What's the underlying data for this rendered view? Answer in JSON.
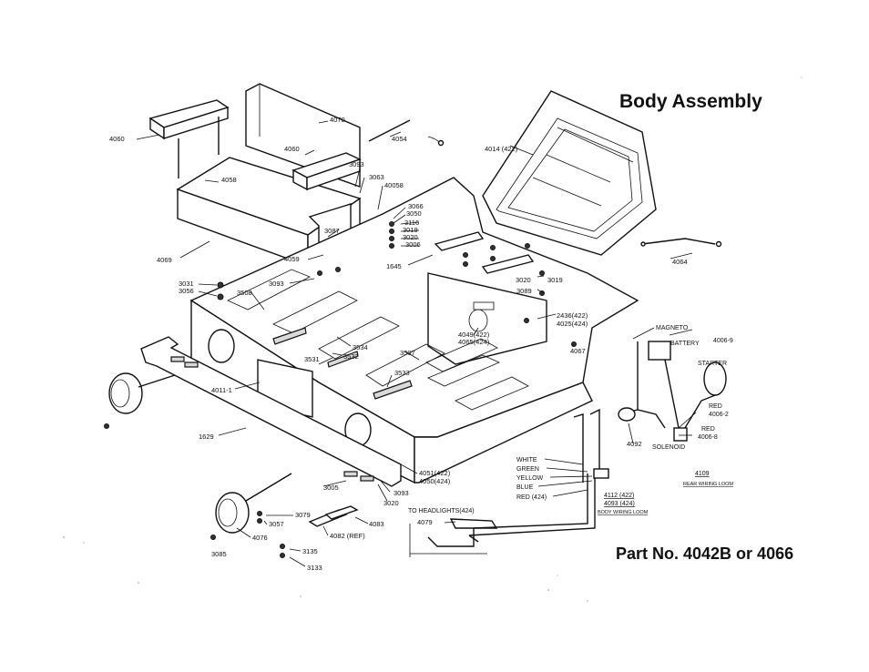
{
  "title": "Body Assembly",
  "part_number": "Part No. 4042B or 4066",
  "part_labels": {
    "p4060a": "4060",
    "p4070": "4070",
    "p4060b": "4060",
    "p4058": "4058",
    "p4069": "4069",
    "p3093a": "3093",
    "p3063": "3063",
    "p40058": "40058",
    "p3066": "3066",
    "p3050": "3050",
    "p3116": "3116",
    "p3019a": "3019",
    "p3020a": "3020",
    "p3006": "3006",
    "p3087": "3087",
    "p4059": "4059",
    "p3093b": "3093",
    "p4054": "4054",
    "p4014": "4014 (422)",
    "p1645": "1645",
    "p3020b": "3020",
    "p3019b": "3019",
    "p3089": "3089",
    "p4064": "4064",
    "p3031": "3031",
    "p3056": "3056",
    "p3508": "3508",
    "p3534": "3534",
    "p3532": "3532",
    "p3531": "3531",
    "p3507": "3507",
    "p3533": "3533",
    "p2436": "2436(422)",
    "p4025": "4025(424)",
    "p4049": "4049(422)",
    "p4065": "4065(424)",
    "p4067": "4067",
    "p4011": "4011-1",
    "p1629": "1629",
    "p4051": "4051(422)",
    "p4050": "4050(424)",
    "p3093c": "3093",
    "p3005": "3005",
    "p3020c": "3020",
    "p3079": "3079",
    "p3057": "3057",
    "p4076": "4076",
    "p4083": "4083",
    "p4082": "4082 (REF)",
    "p3085": "3085",
    "p3135": "3135",
    "p3133": "3133",
    "p4092": "4092",
    "p4079": "4079"
  },
  "wiring_labels": {
    "magneto": "MAGNETO",
    "p4006_9": "4006-9",
    "battery": "BATTERY",
    "starter": "STARTER",
    "red1": "RED",
    "p4006_2": "4006-2",
    "red2": "RED",
    "p4006_8": "4006-8",
    "solenoid": "SOLENOID",
    "p4109": "4109",
    "rear_loom": "REAR WIRING LOOM",
    "white": "WHITE",
    "green": "GREEN",
    "yellow": "YELLOW",
    "blue": "BLUE",
    "red424": "RED (424)",
    "p4112": "4112 (422)",
    "p4093": "4093 (424)",
    "body_loom": "BODY WIRING LOOM",
    "to_headlights": "TO HEADLIGHTS(424)"
  }
}
